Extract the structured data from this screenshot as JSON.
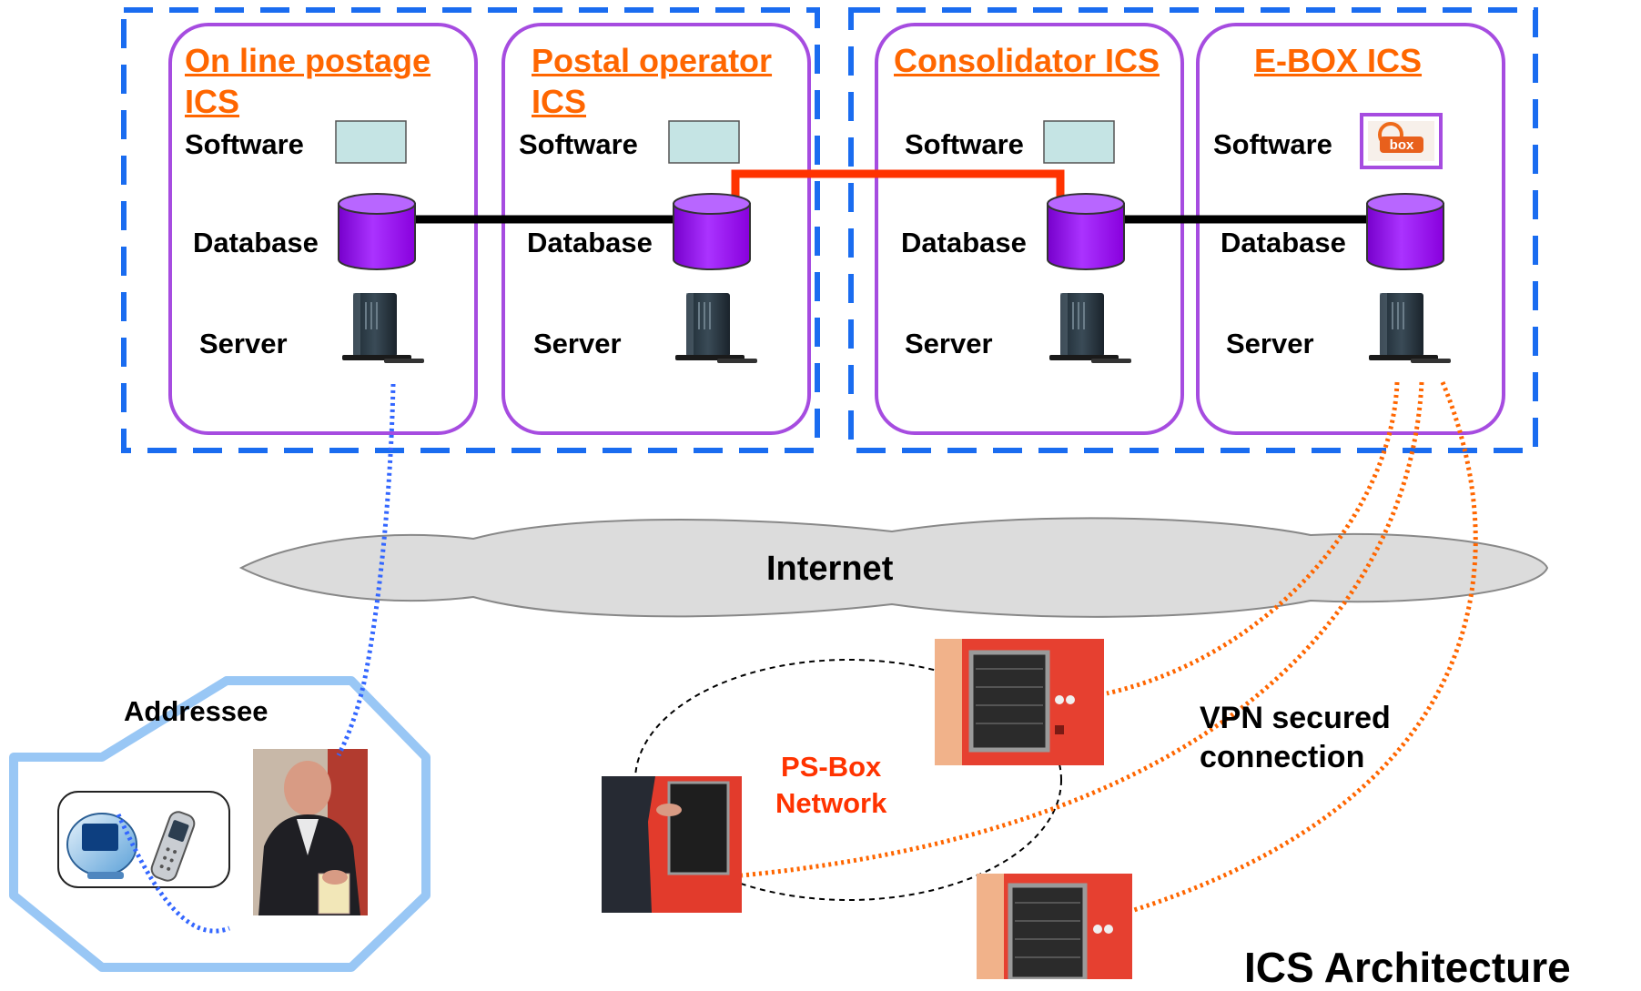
{
  "groups": [
    {
      "title_lines": [
        "On line postage",
        "ICS"
      ],
      "software_label": "Software",
      "database_label": "Database",
      "server_label": "Server"
    },
    {
      "title_lines": [
        "Postal operator",
        "ICS"
      ],
      "software_label": "Software",
      "database_label": "Database",
      "server_label": "Server"
    },
    {
      "title_lines": [
        "Consolidator ICS"
      ],
      "software_label": "Software",
      "database_label": "Database",
      "server_label": "Server"
    },
    {
      "title_lines": [
        "E-BOX ICS"
      ],
      "software_label": "Software",
      "database_label": "Database",
      "server_label": "Server",
      "software_logo_text": "box"
    }
  ],
  "internet_label": "Internet",
  "addressee_label": "Addressee",
  "psbox_label_lines": [
    "PS-Box",
    "Network"
  ],
  "vpn_label_lines": [
    "VPN secured",
    "connection"
  ],
  "caption": "ICS Architecture",
  "colors": {
    "group_border": "#a64ce0",
    "dashed_region": "#1a6cf0",
    "title": "#ff6600",
    "database": "#9900ff",
    "software_box": "#c5e4e4",
    "db_link": "#000000",
    "consolidator_link": "#ff3300",
    "addressee_link": "#3366ff",
    "vpn_link": "#ff6600",
    "internet_cloud": "#dcdcdc",
    "addressee_border": "#99c7f5",
    "psbox_label": "#ff3300"
  },
  "icons": {
    "database": "cylinder",
    "server": "tower-server",
    "software": "application-box",
    "computer": "imac-computer",
    "phone": "mobile-phone"
  }
}
